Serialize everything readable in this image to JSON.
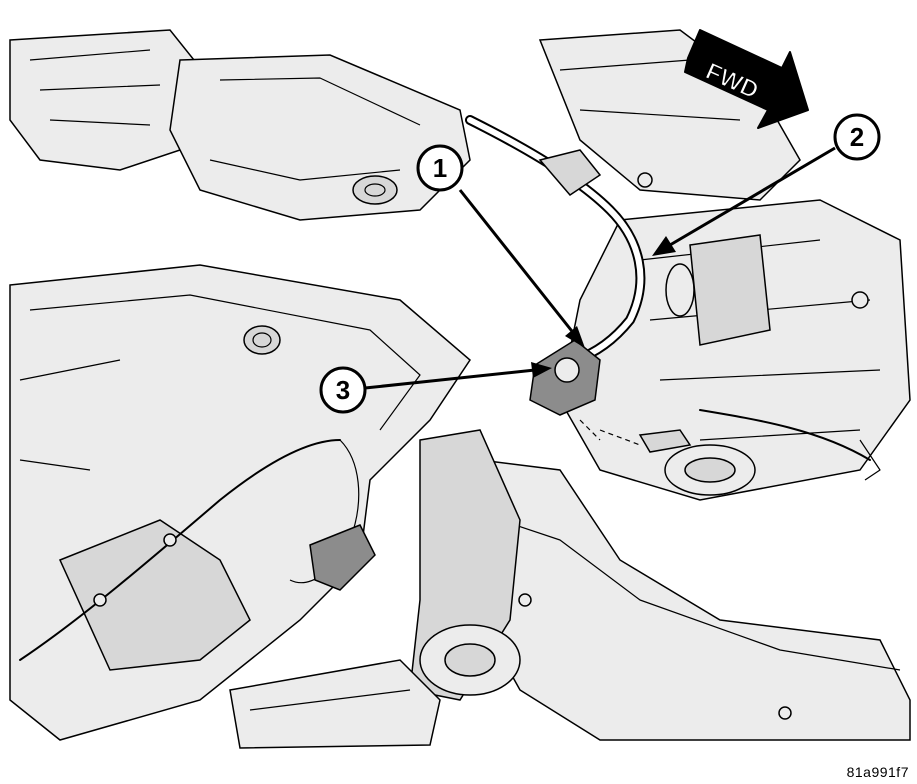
{
  "diagram": {
    "direction_label": "FWD",
    "callouts": [
      {
        "id": "1",
        "label": "1"
      },
      {
        "id": "2",
        "label": "2"
      },
      {
        "id": "3",
        "label": "3"
      }
    ],
    "figure_id": "81a991f7"
  }
}
